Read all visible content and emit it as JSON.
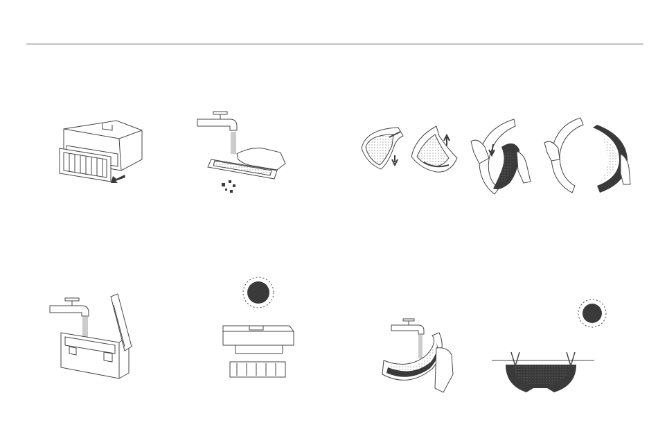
{
  "page": {
    "title": "",
    "steps": [
      {
        "id": "remove-filter",
        "caption": ""
      },
      {
        "id": "rinse-filter",
        "caption": ""
      },
      {
        "id": "remove-mop-pads",
        "caption": ""
      },
      {
        "id": "detach-mop-pad",
        "caption": ""
      },
      {
        "id": "attach-mop-pad",
        "caption": ""
      },
      {
        "id": "rinse-dustbin",
        "caption": ""
      },
      {
        "id": "dry-dustbin-in-sun",
        "caption": ""
      },
      {
        "id": "rinse-mop",
        "caption": ""
      },
      {
        "id": "dry-mop-in-sun",
        "caption": ""
      }
    ]
  },
  "colors": {
    "line": "#444444",
    "rule": "#555555",
    "fill_dark": "#3a3a3a",
    "fill_light": "#ffffff"
  },
  "icons": [
    "faucet-icon",
    "sun-icon",
    "hand-icon",
    "arrow-icon",
    "dirt-particles-icon",
    "clothespin-icon"
  ]
}
